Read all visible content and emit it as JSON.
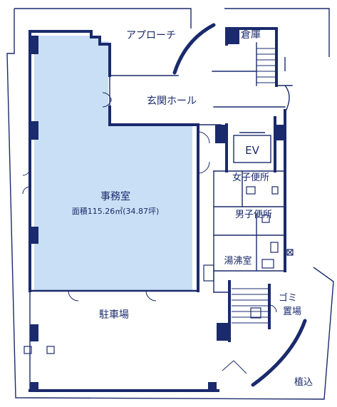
{
  "colors": {
    "ink": "#1a2a6c",
    "office_fill": "#c9dff5",
    "background": "#ffffff"
  },
  "rooms": {
    "approach": "アプローチ",
    "storage": "倉庫",
    "entrance_hall": "玄関ホール",
    "elevator": "EV",
    "office": "事務室",
    "office_area": "面積115.26㎡(34.87坪)",
    "womens_toilet": "女子便所",
    "mens_toilet": "男子便所",
    "kitchenette": "湯沸室",
    "parking": "駐車場",
    "garbage_1": "ゴミ",
    "garbage_2": "置場",
    "planting": "植込"
  }
}
